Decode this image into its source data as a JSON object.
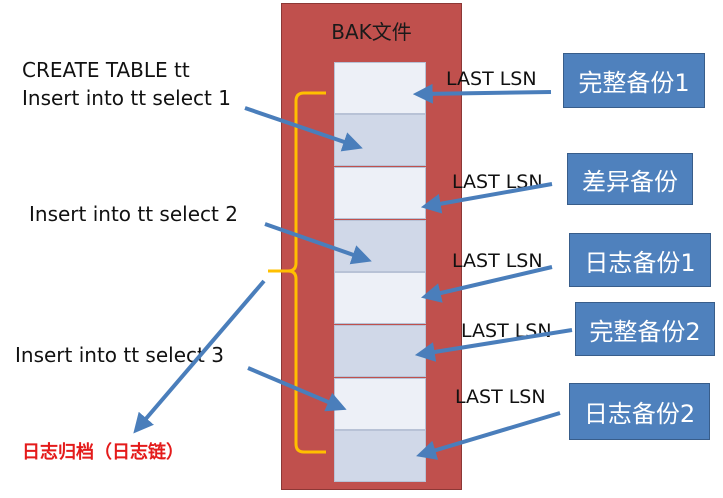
{
  "bak_title": "BAK文件",
  "statements": {
    "create": "CREATE TABLE tt",
    "insert1": "Insert into tt select 1",
    "insert2": "Insert into tt select 2",
    "insert3": "Insert into tt select 3"
  },
  "lsn_label": "LAST LSN",
  "backups": {
    "full1": "完整备份1",
    "diff": "差异备份",
    "log1": "日志备份1",
    "full2": "完整备份2",
    "log2": "日志备份2"
  },
  "log_archive": "日志归档（日志链）",
  "colors": {
    "container": "#c0504d",
    "backup_box": "#4f81bd",
    "arrow": "#4a7ebb",
    "brace": "#ffc000",
    "highlight_text": "#e41b1b"
  }
}
